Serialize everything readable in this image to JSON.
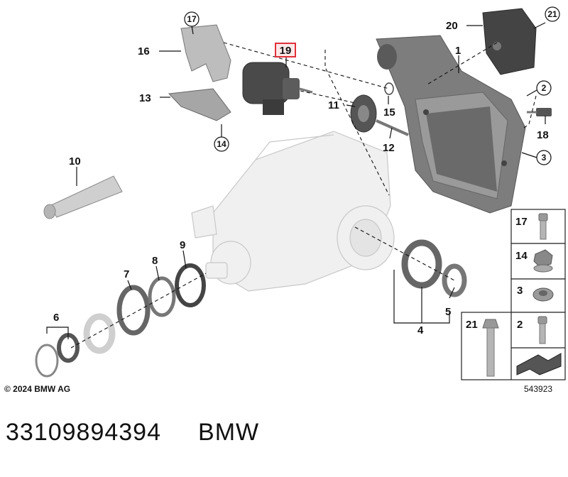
{
  "diagram": {
    "callouts": [
      "1",
      "2",
      "3",
      "4",
      "5",
      "6",
      "7",
      "8",
      "9",
      "10",
      "11",
      "12",
      "13",
      "14",
      "15",
      "16",
      "17",
      "18",
      "19",
      "20",
      "21"
    ],
    "highlighted_callout": "19",
    "highlight_color": "#e0303a",
    "legend": {
      "items": [
        "17",
        "14",
        "3",
        "21",
        "2"
      ]
    },
    "copyright": "© 2024 BMW AG",
    "drawing_number": "543923"
  },
  "caption": {
    "part_number": "33109894394",
    "brand": "BMW"
  }
}
